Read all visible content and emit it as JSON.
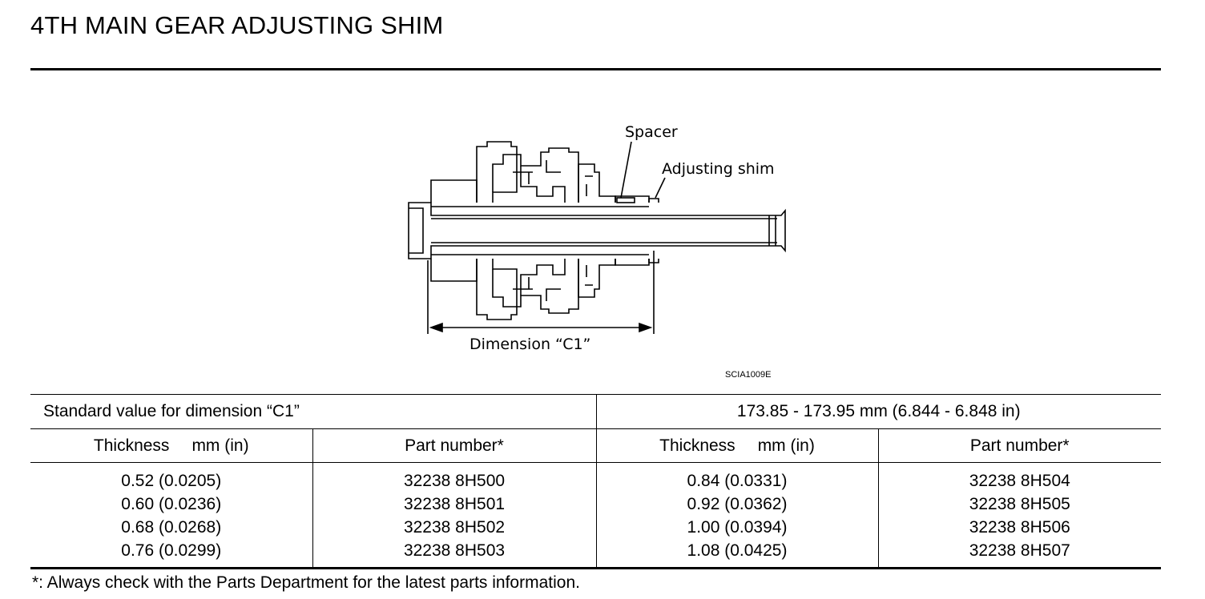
{
  "title": "4TH MAIN GEAR ADJUSTING SHIM",
  "figure": {
    "label_spacer": "Spacer",
    "label_adjusting_shim": "Adjusting shim",
    "label_dimension": "Dimension “C1”",
    "code": "SCIA1009E"
  },
  "table": {
    "standard_label": "Standard value for dimension “C1”",
    "standard_value": "173.85 - 173.95 mm (6.844 - 6.848 in)",
    "headers": {
      "thickness_word": "Thickness",
      "thickness_unit": "mm (in)",
      "part_number": "Part number*"
    },
    "left_thickness": [
      "0.52 (0.0205)",
      "0.60 (0.0236)",
      "0.68 (0.0268)",
      "0.76 (0.0299)"
    ],
    "left_parts": [
      "32238 8H500",
      "32238 8H501",
      "32238 8H502",
      "32238 8H503"
    ],
    "right_thickness": [
      "0.84 (0.0331)",
      "0.92 (0.0362)",
      "1.00 (0.0394)",
      "1.08 (0.0425)"
    ],
    "right_parts": [
      "32238 8H504",
      "32238 8H505",
      "32238 8H506",
      "32238 8H507"
    ]
  },
  "footnote": "*: Always check with the Parts Department for the latest parts information."
}
